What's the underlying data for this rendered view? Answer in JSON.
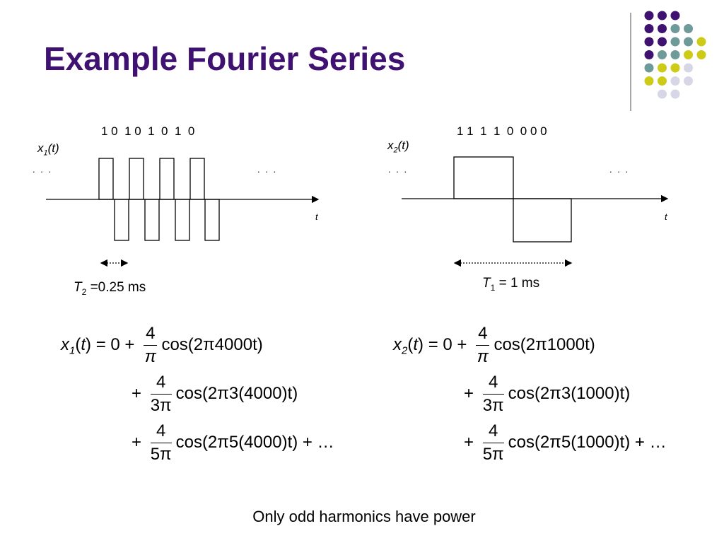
{
  "slide": {
    "title": "Example Fourier Series",
    "note": "Only odd harmonics have power"
  },
  "left_plot": {
    "bits": "1 0  1 0  1  0  1  0",
    "signal_name": "x",
    "signal_sub": "1",
    "signal_arg": "(t)",
    "dots_left": ". . .",
    "dots_right": ". . .",
    "axis_label": "t",
    "period_symbol": "T",
    "period_sub": "2",
    "period_value": " =0.25 ms"
  },
  "right_plot": {
    "bits": "1 1  1  1  0  0 0 0",
    "signal_name": "x",
    "signal_sub": "2",
    "signal_arg": "(t)",
    "dots_left": ". . .",
    "dots_right": ". . .",
    "axis_label": "t",
    "period_symbol": "T",
    "period_sub": "1",
    "period_value": " = 1 ms"
  },
  "equations": {
    "left": {
      "lhs_name": "x",
      "lhs_sub": "1",
      "eq_const": "= 0 +",
      "plus": "+",
      "term1_num": "4",
      "term1_den": "π",
      "term1_cos": "cos(2π4000t)",
      "term2_num": "4",
      "term2_den": "3π",
      "term2_cos": "cos(2π3(4000)t)",
      "term3_num": "4",
      "term3_den": "5π",
      "term3_cos": "cos(2π5(4000)t) + …"
    },
    "right": {
      "lhs_name": "x",
      "lhs_sub": "2",
      "eq_const": "= 0 +",
      "plus": "+",
      "term1_num": "4",
      "term1_den": "π",
      "term1_cos": "cos(2π1000t)",
      "term2_num": "4",
      "term2_den": "3π",
      "term2_cos": "cos(2π3(1000)t)",
      "term3_num": "4",
      "term3_den": "5π",
      "term3_cos": "cos(2π5(1000)t) + …"
    }
  },
  "decoration": {
    "colors": {
      "purple": "#3f1170",
      "teal": "#6f9a9a",
      "yellow": "#cdcb18",
      "lavender": "#d6d6e6",
      "title": "#3f1170"
    }
  }
}
